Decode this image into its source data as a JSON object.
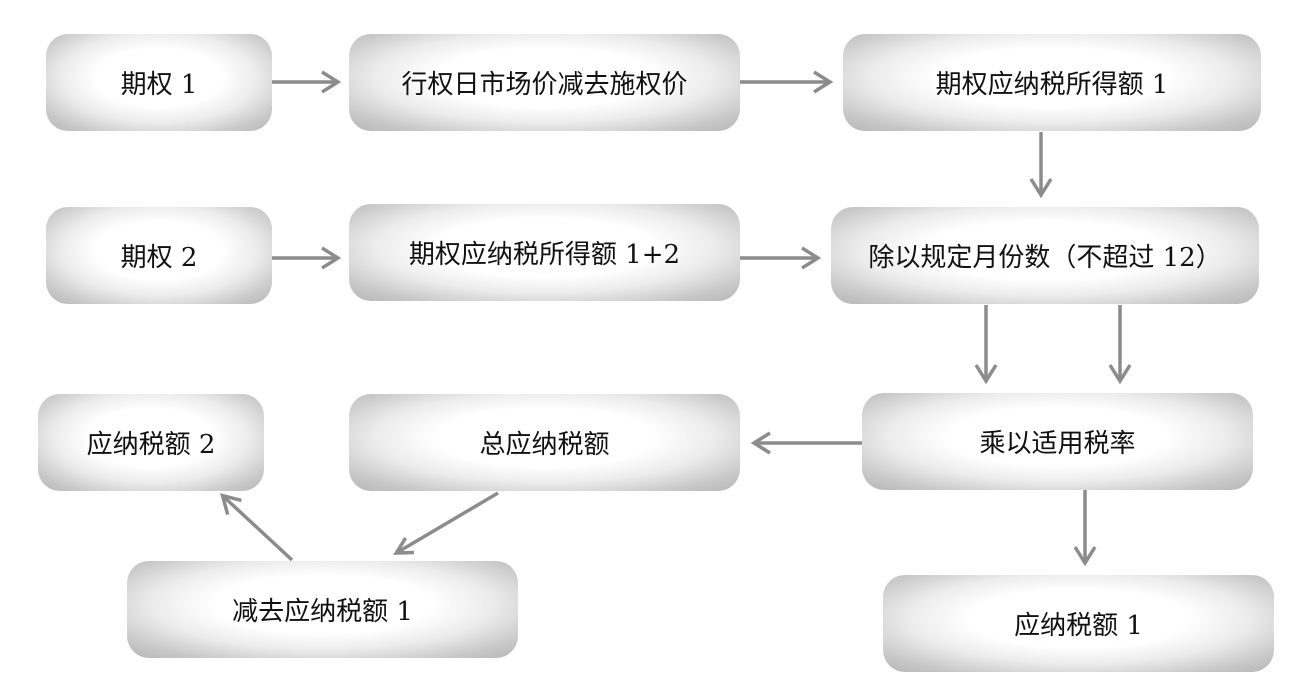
{
  "nodes": {
    "option1": "期权 1",
    "exercise_spread": "行权日市场价减去施权价",
    "taxable_income_1": "期权应纳税所得额 1",
    "option2": "期权 2",
    "taxable_income_1_2": "期权应纳税所得额 1+2",
    "divide_months": "除以规定月份数（不超过 12）",
    "multiply_rate": "乘以适用税率",
    "total_tax": "总应纳税额",
    "tax_payable_2": "应纳税额 2",
    "subtract_tax_1": "减去应纳税额 1",
    "tax_payable_1": "应纳税额 1"
  }
}
